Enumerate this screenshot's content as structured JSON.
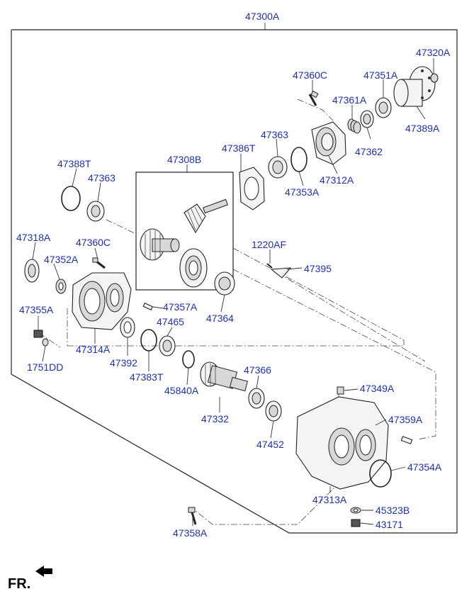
{
  "assembly_number": "47300A",
  "front_marker": "FR.",
  "parts": {
    "p47320A": "47320A",
    "p47360C_top": "47360C",
    "p47351A": "47351A",
    "p47361A": "47361A",
    "p47389A": "47389A",
    "p47362": "47362",
    "p47363_top": "47363",
    "p47386T": "47386T",
    "p47312A": "47312A",
    "p47353A": "47353A",
    "p47308B": "47308B",
    "p47388T": "47388T",
    "p47363_left": "47363",
    "p47318A": "47318A",
    "p47360C_left": "47360C",
    "p47352A": "47352A",
    "p1220AF": "1220AF",
    "p47395": "47395",
    "p47355A": "47355A",
    "p47357A": "47357A",
    "p47364": "47364",
    "p47465": "47465",
    "p47314A": "47314A",
    "p47392": "47392",
    "p1751DD": "1751DD",
    "p47383T": "47383T",
    "p45840A": "45840A",
    "p47366": "47366",
    "p47349A": "47349A",
    "p47332": "47332",
    "p47359A": "47359A",
    "p47452": "47452",
    "p47354A": "47354A",
    "p47313A": "47313A",
    "p45323B": "45323B",
    "p47358A": "47358A",
    "p43171": "43171"
  },
  "colors": {
    "label": "#1f2fb8",
    "line": "#222222"
  }
}
